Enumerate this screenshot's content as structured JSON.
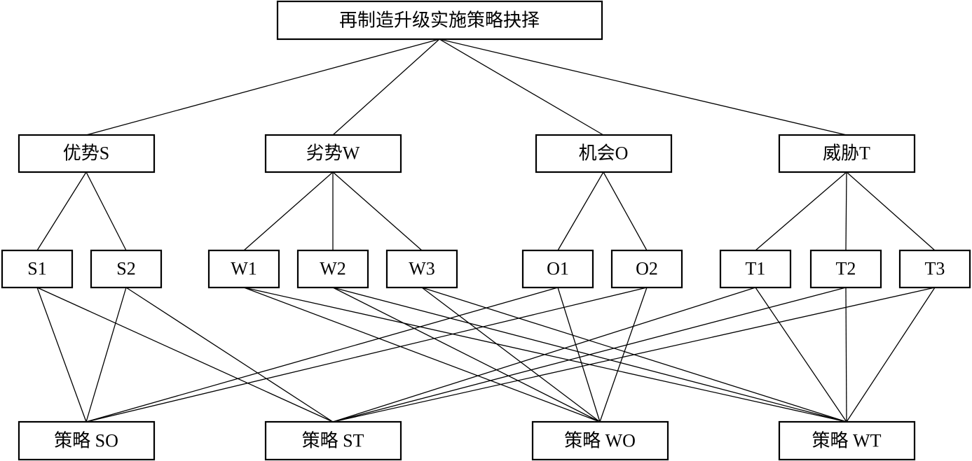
{
  "root": {
    "label": "再制造升级实施策略抉择"
  },
  "factors": [
    {
      "id": "S",
      "label": "优势S"
    },
    {
      "id": "W",
      "label": "劣势W"
    },
    {
      "id": "O",
      "label": "机会O"
    },
    {
      "id": "T",
      "label": "威胁T"
    }
  ],
  "items": [
    {
      "id": "S1",
      "label": "S1",
      "factor": "S"
    },
    {
      "id": "S2",
      "label": "S2",
      "factor": "S"
    },
    {
      "id": "W1",
      "label": "W1",
      "factor": "W"
    },
    {
      "id": "W2",
      "label": "W2",
      "factor": "W"
    },
    {
      "id": "W3",
      "label": "W3",
      "factor": "W"
    },
    {
      "id": "O1",
      "label": "O1",
      "factor": "O"
    },
    {
      "id": "O2",
      "label": "O2",
      "factor": "O"
    },
    {
      "id": "T1",
      "label": "T1",
      "factor": "T"
    },
    {
      "id": "T2",
      "label": "T2",
      "factor": "T"
    },
    {
      "id": "T3",
      "label": "T3",
      "factor": "T"
    }
  ],
  "strategies": [
    {
      "id": "SO",
      "label": "策略 SO",
      "links": [
        "S1",
        "S2",
        "O1",
        "O2"
      ]
    },
    {
      "id": "ST",
      "label": "策略 ST",
      "links": [
        "S1",
        "S2",
        "T1",
        "T2",
        "T3"
      ]
    },
    {
      "id": "WO",
      "label": "策略 WO",
      "links": [
        "W1",
        "W2",
        "W3",
        "O1",
        "O2"
      ]
    },
    {
      "id": "WT",
      "label": "策略 WT",
      "links": [
        "W1",
        "W2",
        "W3",
        "T1",
        "T2",
        "T3"
      ]
    }
  ]
}
